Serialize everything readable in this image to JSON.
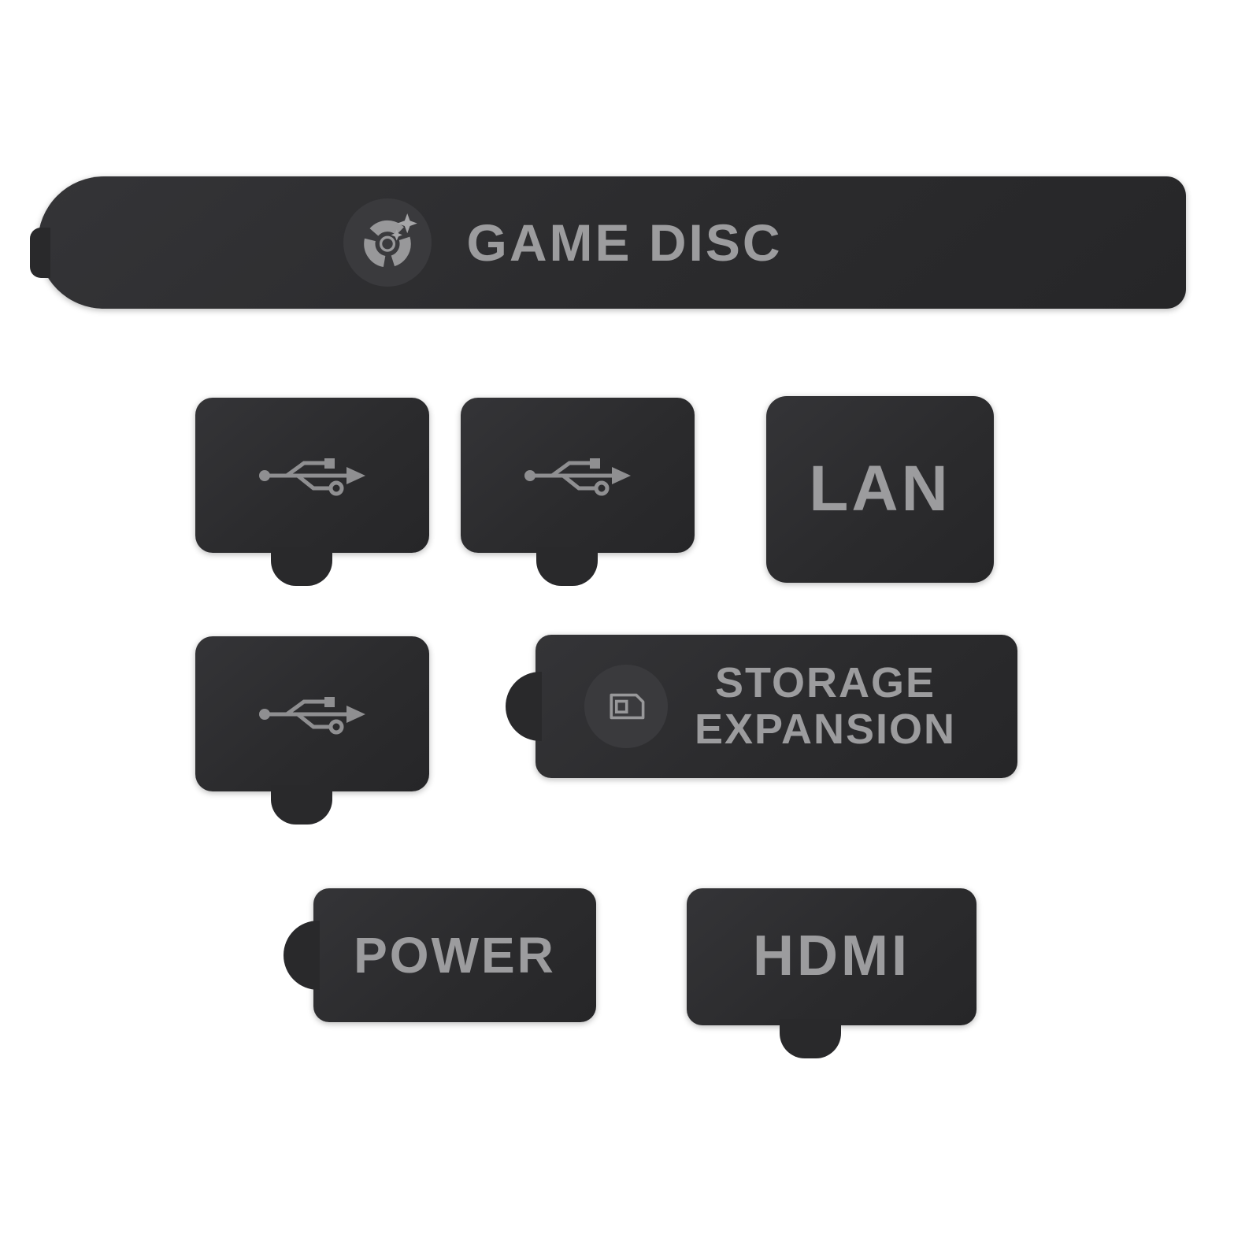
{
  "labels": {
    "game_disc": "GAME DISC",
    "lan": "LAN",
    "storage_line1": "STORAGE",
    "storage_line2": "EXPANSION",
    "power": "POWER",
    "hdmi": "HDMI"
  },
  "icons": {
    "disc": "disc-icon",
    "usb": "usb-icon",
    "storage": "storage-expansion-icon"
  },
  "colors": {
    "background": "#ffffff",
    "plug_dark": "#2b2b2d",
    "plug_tab": "#29292b",
    "icon_circle": "#3a3a3d",
    "label_gray": "#9c9c9e",
    "icon_gray": "#8f8f91"
  }
}
